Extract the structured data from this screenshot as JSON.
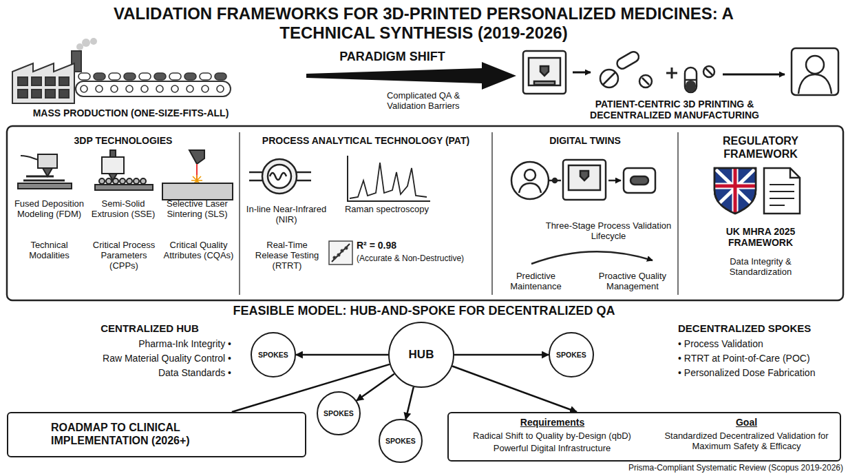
{
  "diagram": {
    "title": "VALIDATION FRAMEWORKS FOR 3D-PRINTED PERSONALIZED MEDICINES: A TECHNICAL SYNTHESIS (2019-2026)",
    "caption": "Prisma-Compliant Systematic Review (Scopus 2019-2026)",
    "nodes": [
      {
        "text": [
          "3DP TECHNOLOGIES",
          "Fused Deposition Modeling (FDM)",
          "Semi-Solid Extrusion (SSE)",
          "Selective Laser Sintering (SLS)",
          "Technical Modalities",
          "Critical Process Parameters (CPPs)",
          "Critical Quality Attributes (CQAs)"
        ]
      },
      {
        "text": [
          "PROCESS ANALYTICAL TECHNOLOGY (PAT)",
          "In-line Near-Infrared (NIR)",
          "Raman spectroscopy",
          "Real-Time Release Testing (RTRT)",
          "R² = 0.98",
          "(Accurate & Non-Destructive)"
        ]
      },
      {
        "text": [
          "DIGITAL TWINS",
          "Three-Stage Process Validation Lifecycle",
          "Predictive Maintenance",
          "Proactive Quality Management"
        ]
      },
      {
        "text": [
          "REGULATORY FRAMEWORK",
          "UK MHRA 2025 FRAMEWORK",
          "Data Integrity & Standardization"
        ]
      },
      {
        "text": [
          "SPOKES"
        ]
      },
      {
        "text": [
          "HUB"
        ]
      },
      {
        "text": [
          "SPOKES"
        ]
      },
      {
        "text": [
          "SPOKES"
        ]
      },
      {
        "text": [
          "SPOKES"
        ]
      },
      {
        "text": [
          "ROADMAP TO CLINICAL IMPLEMENTATION (2026+)"
        ]
      },
      {
        "text": [
          "Requirements",
          "Radical Shift to Quality by-Design (qbD)",
          "Powerful Digital Infrastructure",
          "Goal",
          "Standardized Decentralized Validation for Maximum Safety & Efficacy"
        ]
      }
    ],
    "edges": [
      {
        "from": 5,
        "to": 4,
        "arrow": "to"
      },
      {
        "from": 5,
        "to": 6,
        "arrow": "to"
      },
      {
        "from": 5,
        "to": 7,
        "arrow": "to"
      },
      {
        "from": 5,
        "to": 8,
        "arrow": "to"
      },
      {
        "from": 5,
        "to": 10,
        "arrow": "to"
      },
      {
        "from": 5,
        "to": 9,
        "arrow": "none"
      }
    ],
    "labels": [
      "MASS PRODUCTION (ONE-SIZE-FITS-ALL)",
      "PARADIGM SHIFT",
      "Complicated QA & Validation Barriers",
      "PATIENT-CENTRIC 3D PRINTING & DECENTRALIZED MANUFACTURING",
      "FEASIBLE MODEL: HUB-AND-SPOKE FOR DECENTRALIZED QA",
      "CENTRALIZED HUB",
      "Pharma-Ink Integrity •",
      "Raw Material Quality Control •",
      "Data Standards •",
      "DECENTRALIZED SPOKES",
      "• Process Validation",
      "• RTRT at Point-of-Care (POC)",
      "• Personalized Dose Fabrication"
    ]
  }
}
